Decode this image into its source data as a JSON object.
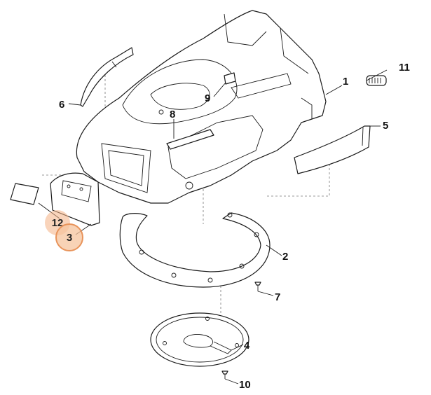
{
  "diagram": {
    "parts": [
      {
        "id": "1",
        "label": "1",
        "name": "housing"
      },
      {
        "id": "2",
        "label": "2",
        "name": "deck-plate"
      },
      {
        "id": "3",
        "label": "3",
        "name": "cover"
      },
      {
        "id": "4",
        "label": "4",
        "name": "disc"
      },
      {
        "id": "5",
        "label": "5",
        "name": "rear-flap"
      },
      {
        "id": "6",
        "label": "6",
        "name": "side-trim"
      },
      {
        "id": "7",
        "label": "7",
        "name": "screw"
      },
      {
        "id": "8",
        "label": "8",
        "name": "strip"
      },
      {
        "id": "9",
        "label": "9",
        "name": "clip"
      },
      {
        "id": "10",
        "label": "10",
        "name": "screw-small"
      },
      {
        "id": "11",
        "label": "11",
        "name": "plug"
      },
      {
        "id": "12",
        "label": "12",
        "name": "label-plate"
      }
    ],
    "highlighted": [
      "12",
      "3"
    ],
    "highlight_color": "#f4b084",
    "highlight_border_color": "#e8935a",
    "line_color": "#1a1a1a"
  }
}
